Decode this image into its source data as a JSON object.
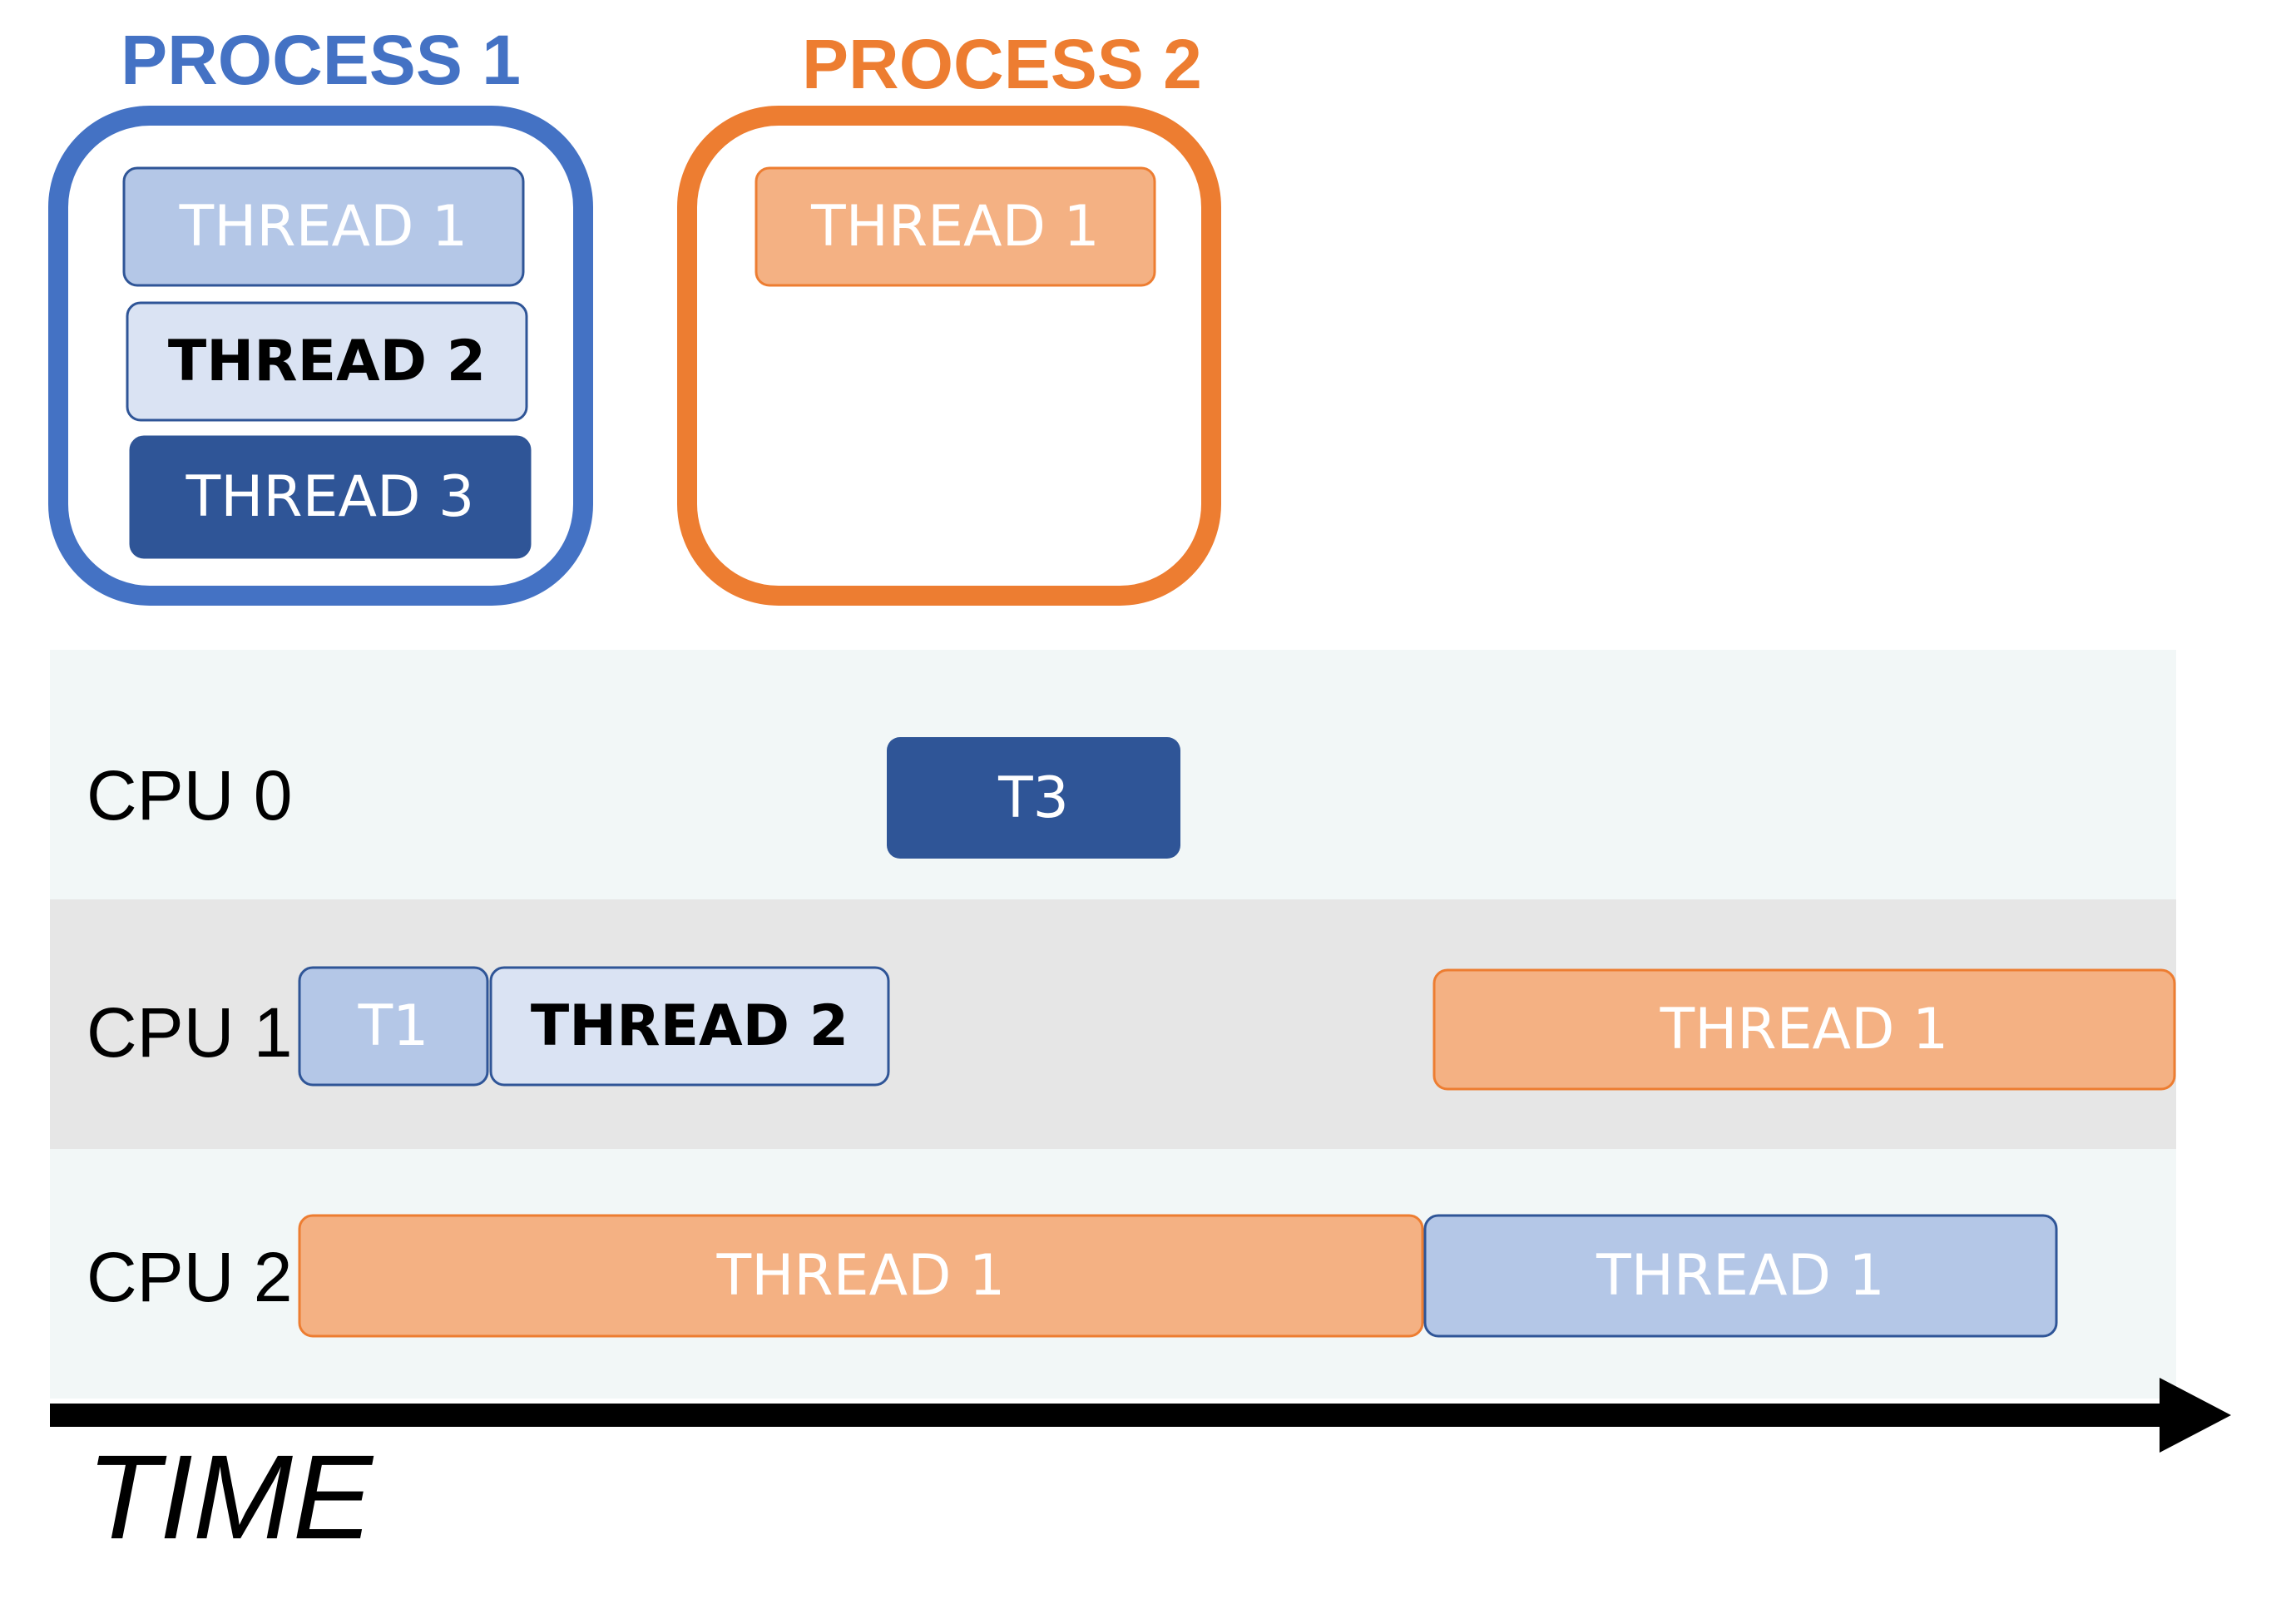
{
  "colors": {
    "process1": "#4472c4",
    "process2": "#ed7d31",
    "light_blue": "#b4c7e7",
    "pale_blue": "#dae3f3",
    "dark_blue": "#2f5597",
    "orange_fill": "#f4b183",
    "lane_light": "#f2f7f7",
    "lane_gray": "#e6e6e6"
  },
  "processes": [
    {
      "title": "PROCESS 1",
      "threads": [
        "THREAD 1",
        "THREAD 2",
        "THREAD 3"
      ]
    },
    {
      "title": "PROCESS 2",
      "threads": [
        "THREAD 1"
      ]
    }
  ],
  "timeline": {
    "cpus": [
      {
        "label": "CPU 0",
        "blocks": [
          {
            "label": "T3"
          }
        ]
      },
      {
        "label": "CPU 1",
        "blocks": [
          {
            "label": "T1"
          },
          {
            "label": "THREAD 2"
          },
          {
            "label": "THREAD 1"
          }
        ]
      },
      {
        "label": "CPU 2",
        "blocks": [
          {
            "label": "THREAD 1"
          },
          {
            "label": "THREAD 1"
          }
        ]
      }
    ],
    "axis_label": "TIME"
  }
}
